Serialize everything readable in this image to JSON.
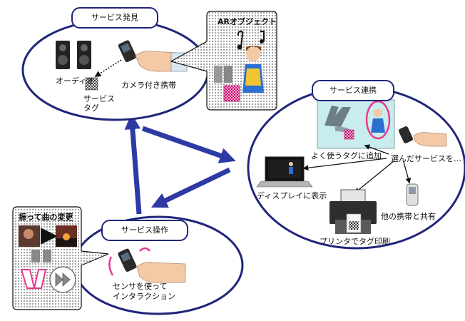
{
  "discovery": {
    "title": "サービス発見",
    "audio_label": "オーディオ",
    "tag_label_line1": "サービス",
    "tag_label_line2": "タグ",
    "phone_label": "カメラ付き携帯",
    "ar_title": "ARオブジェクト"
  },
  "linkage": {
    "title": "サービス連携",
    "fav_tag_label": "よく使うタグに追加",
    "selected_label": "選んだサービスを…",
    "display_label": "ディスプレイに表示",
    "share_label": "他の携帯と共有",
    "print_label": "プリンタでタグ印刷"
  },
  "operation": {
    "title": "サービス操作",
    "shake_title": "振って曲の変更",
    "sensor_label_line1": "センサを使って",
    "sensor_label_line2": "インタラクション"
  },
  "colors": {
    "outline": "#20267a",
    "arrow": "#2e3aa4",
    "tag_pink": "#e8388f",
    "panel_teal": "#c9ecee"
  }
}
